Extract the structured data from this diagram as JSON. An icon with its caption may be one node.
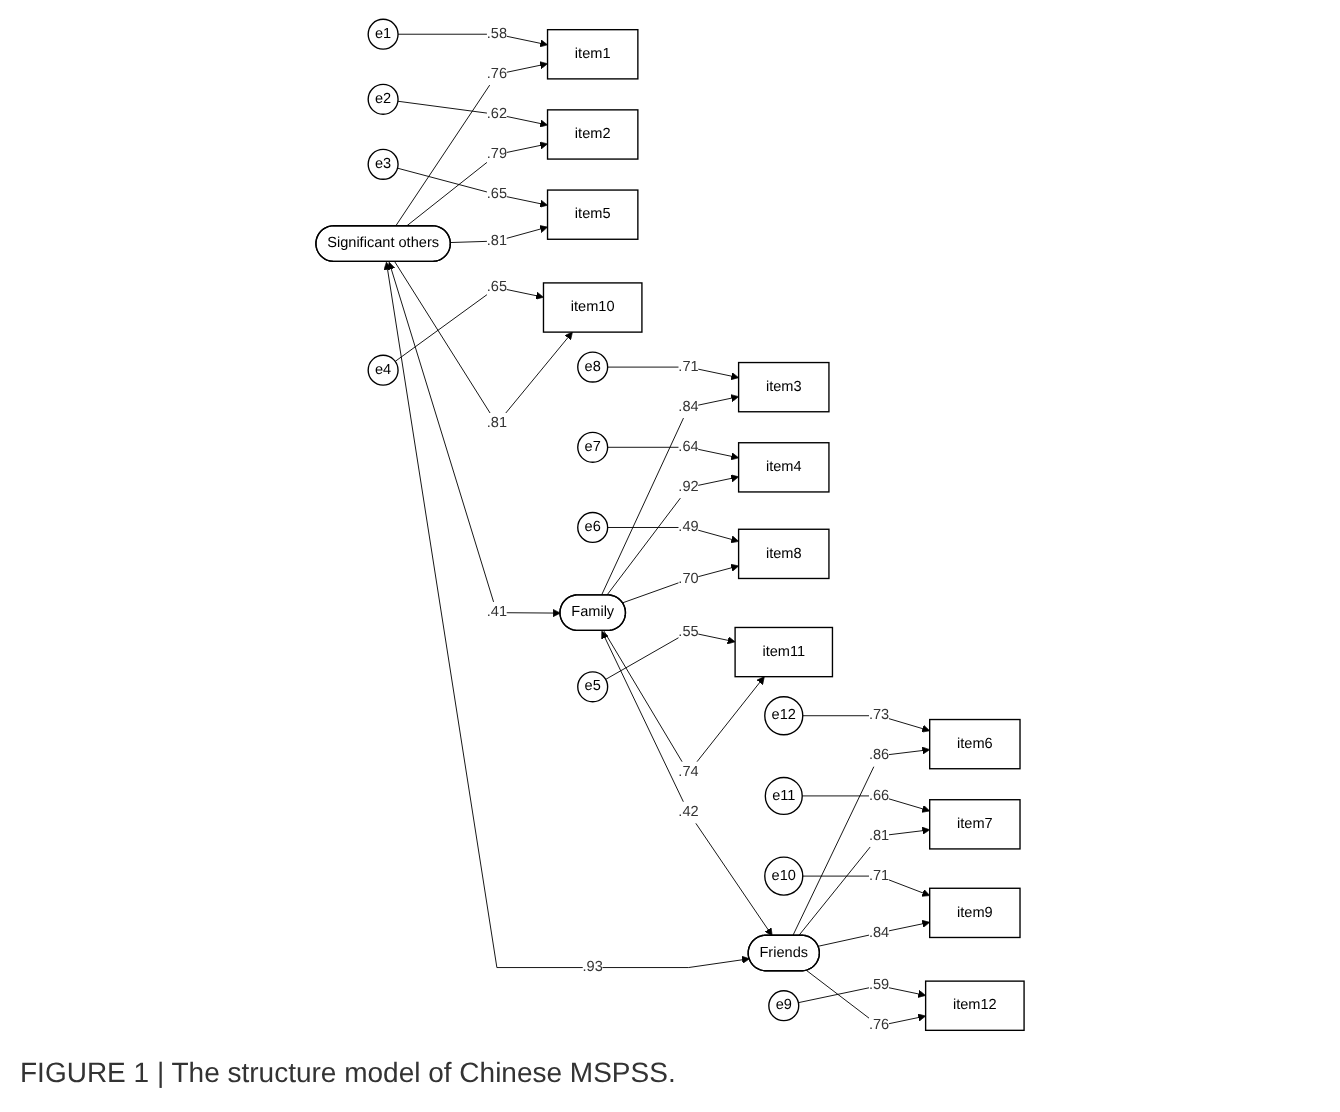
{
  "diagram": {
    "caption": "FIGURE 1 | The structure model of Chinese MSPSS.",
    "nodes": [
      {
        "text": [
          "e1"
        ]
      },
      {
        "text": [
          "item1"
        ]
      },
      {
        "text": [
          "e2"
        ]
      },
      {
        "text": [
          "item2"
        ]
      },
      {
        "text": [
          "e3"
        ]
      },
      {
        "text": [
          "item5"
        ]
      },
      {
        "text": [
          "e4"
        ]
      },
      {
        "text": [
          "item10"
        ]
      },
      {
        "text": [
          "e8"
        ]
      },
      {
        "text": [
          "item3"
        ]
      },
      {
        "text": [
          "e7"
        ]
      },
      {
        "text": [
          "item4"
        ]
      },
      {
        "text": [
          "e6"
        ]
      },
      {
        "text": [
          "item8"
        ]
      },
      {
        "text": [
          "e5"
        ]
      },
      {
        "text": [
          "item11"
        ]
      },
      {
        "text": [
          "e12"
        ]
      },
      {
        "text": [
          "item6"
        ]
      },
      {
        "text": [
          "e11"
        ]
      },
      {
        "text": [
          "item7"
        ]
      },
      {
        "text": [
          "e10"
        ]
      },
      {
        "text": [
          "item9"
        ]
      },
      {
        "text": [
          "e9"
        ]
      },
      {
        "text": [
          "item12"
        ]
      },
      {
        "text": [
          "Significant others"
        ]
      },
      {
        "text": [
          "Family"
        ]
      },
      {
        "text": [
          "Friends"
        ]
      }
    ],
    "edges": [
      {
        "from": 0,
        "to": 1,
        "arrow": "to",
        "label": ".58"
      },
      {
        "from": 2,
        "to": 3,
        "arrow": "to",
        "label": ".62"
      },
      {
        "from": 4,
        "to": 5,
        "arrow": "to",
        "label": ".65"
      },
      {
        "from": 6,
        "to": 7,
        "arrow": "to",
        "label": ".65"
      },
      {
        "from": 8,
        "to": 9,
        "arrow": "to",
        "label": ".71"
      },
      {
        "from": 10,
        "to": 11,
        "arrow": "to",
        "label": ".64"
      },
      {
        "from": 12,
        "to": 13,
        "arrow": "to",
        "label": ".49"
      },
      {
        "from": 14,
        "to": 15,
        "arrow": "to",
        "label": ".55"
      },
      {
        "from": 16,
        "to": 17,
        "arrow": "to",
        "label": ".73"
      },
      {
        "from": 18,
        "to": 19,
        "arrow": "to",
        "label": ".66"
      },
      {
        "from": 20,
        "to": 21,
        "arrow": "to",
        "label": ".71"
      },
      {
        "from": 22,
        "to": 23,
        "arrow": "to",
        "label": ".59"
      },
      {
        "from": 24,
        "to": 1,
        "arrow": "to",
        "label": ".76"
      },
      {
        "from": 24,
        "to": 3,
        "arrow": "to",
        "label": ".79"
      },
      {
        "from": 24,
        "to": 5,
        "arrow": "to",
        "label": ".81"
      },
      {
        "from": 24,
        "to": 7,
        "arrow": "to",
        "label": ".81"
      },
      {
        "from": 25,
        "to": 9,
        "arrow": "to",
        "label": ".84"
      },
      {
        "from": 25,
        "to": 11,
        "arrow": "to",
        "label": ".92"
      },
      {
        "from": 25,
        "to": 13,
        "arrow": "to",
        "label": ".70"
      },
      {
        "from": 25,
        "to": 15,
        "arrow": "to",
        "label": ".74"
      },
      {
        "from": 26,
        "to": 17,
        "arrow": "to",
        "label": ".86"
      },
      {
        "from": 26,
        "to": 19,
        "arrow": "to",
        "label": ".81"
      },
      {
        "from": 26,
        "to": 21,
        "arrow": "to",
        "label": ".84"
      },
      {
        "from": 26,
        "to": 23,
        "arrow": "to",
        "label": ".76"
      },
      {
        "from": 24,
        "to": 25,
        "arrow": "both",
        "label": ".41"
      },
      {
        "from": 25,
        "to": 26,
        "arrow": "both",
        "label": ".42"
      },
      {
        "from": 24,
        "to": 26,
        "arrow": "both",
        "label": ".93"
      }
    ]
  }
}
